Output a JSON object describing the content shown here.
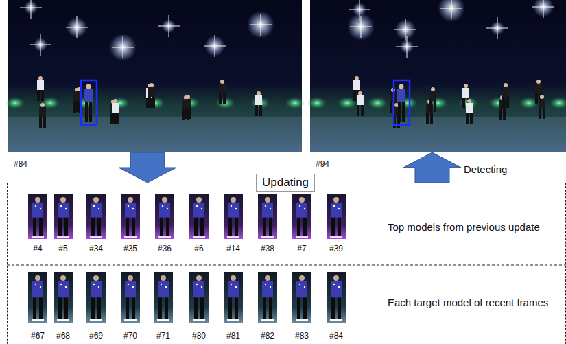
{
  "diagram": {
    "nodes": [
      {
        "text": [
          "#84"
        ]
      },
      {
        "text": [
          "#94"
        ]
      },
      {
        "text": [
          "Updating"
        ]
      }
    ],
    "edges": [
      {
        "from": 0,
        "to": 2,
        "arrow": "to"
      },
      {
        "from": 2,
        "to": 1,
        "arrow": "to",
        "label": "Detecting"
      }
    ],
    "labels": [
      "#4",
      "#5",
      "#34",
      "#35",
      "#36",
      "#6",
      "#14",
      "#38",
      "#7",
      "#39",
      "Top models from previous update",
      "#67",
      "#68",
      "#69",
      "#70",
      "#71",
      "#80",
      "#81",
      "#82",
      "#83",
      "#84",
      "Each target model of recent frames"
    ]
  }
}
